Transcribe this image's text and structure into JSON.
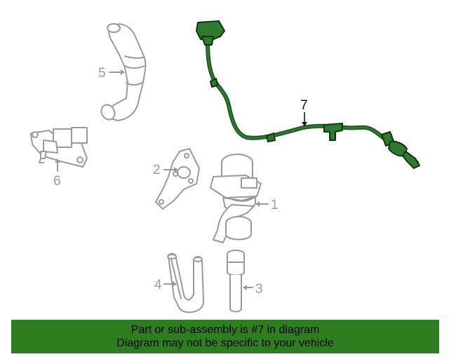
{
  "callouts": {
    "part1": "1",
    "part2": "2",
    "part3": "3",
    "part4": "4",
    "part5": "5",
    "part6": "6",
    "part7": "7"
  },
  "banner": {
    "line1": "Part or sub-assembly is #7 in diagram",
    "line2": "Diagram may not be specific to your vehicle"
  },
  "colors": {
    "highlight_part": "#2f7a2f",
    "banner_background": "#2e7d1e",
    "other_parts": "#9a9a9a"
  }
}
